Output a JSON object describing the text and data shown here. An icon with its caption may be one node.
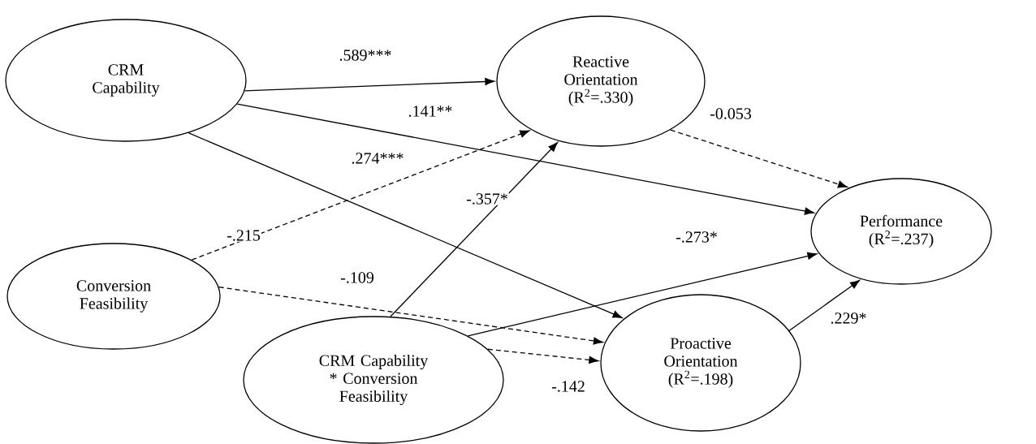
{
  "diagram": {
    "nodes": [
      {
        "text": [
          "CRM Capability"
        ]
      },
      {
        "text": [
          "Reactive Orientation (R$^{2}$=.330)"
        ]
      },
      {
        "text": [
          "Performance (R$^{2}$=.237)"
        ]
      },
      {
        "text": [
          "Conversion Feasibility"
        ]
      },
      {
        "text": [
          "CRM Capability * Conversion Feasibility"
        ]
      },
      {
        "text": [
          "Proactive Orientation (R$^{2}$=.198)"
        ]
      }
    ],
    "edges": [
      {
        "from": 0,
        "to": 1,
        "arrow": "to",
        "label": ".589***"
      },
      {
        "from": 0,
        "to": 2,
        "arrow": "to",
        "label": ".141**"
      },
      {
        "from": 0,
        "to": 5,
        "arrow": "to",
        "label": ".274***"
      },
      {
        "from": 3,
        "to": 1,
        "arrow": "to",
        "label": "-.215",
        "style": "dashed"
      },
      {
        "from": 3,
        "to": 5,
        "arrow": "to",
        "label": "-.109",
        "style": "dashed"
      },
      {
        "from": 4,
        "to": 1,
        "arrow": "to",
        "label": "-.357*"
      },
      {
        "from": 4,
        "to": 2,
        "arrow": "to",
        "label": "-.273*"
      },
      {
        "from": 4,
        "to": 5,
        "arrow": "to",
        "label": "-.142",
        "style": "dashed"
      },
      {
        "from": 1,
        "to": 2,
        "arrow": "to",
        "label": "-0.053",
        "style": "dashed"
      },
      {
        "from": 5,
        "to": 2,
        "arrow": "to",
        "label": ".229*"
      }
    ]
  }
}
